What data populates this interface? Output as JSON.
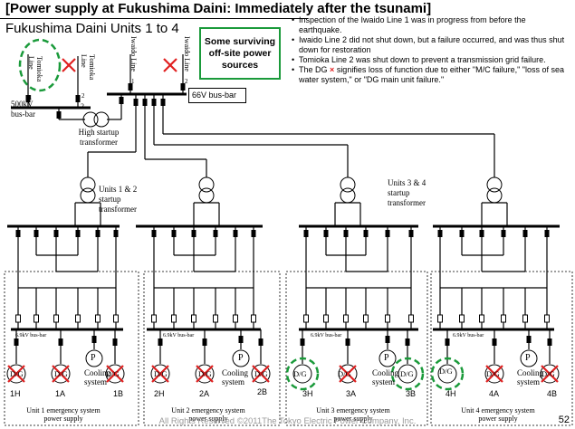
{
  "header": {
    "title": "[Power supply at Fukushima Daini: Immediately after the tsunami]",
    "subtitle": "Fukushima Daini Units 1 to 4"
  },
  "notes": [
    "Inspection of the Iwaido Line 1 was in progress from before the earthquake.",
    "Iwaido Line 2 did not shut down, but a failure occurred, and was thus shut down for restoration",
    "Tomioka Line 2 was shut down to prevent a transmission grid failure."
  ],
  "dg_note": {
    "prefix": "The DG",
    "mark": "×",
    "suffix": "signifies loss of function due to either \"M/C failure,\" \"loss of sea water system,\" or \"DG main unit failure.\""
  },
  "surviving_box": "Some surviving off-site power sources",
  "lines": {
    "tomioka_1": "Tomioka Line",
    "tomioka_1_num": "1",
    "tomioka_2": "Tomioka Line",
    "tomioka_2_num": "2",
    "iwaido_1": "Iwaido Line",
    "iwaido_1_num": "1",
    "iwaido_2": "Iwaido Line",
    "iwaido_2_num": "2"
  },
  "buses": {
    "bus_500kv": "500kV bus-bar",
    "bus_66v": "66V bus-bar",
    "bus_69kv": "6.9kV bus-bar",
    "bus_2_mark": "2"
  },
  "transformers": {
    "high_startup": "High startup transformer",
    "units_1_2": "Units 1 & 2 startup transformer",
    "units_3_4": "Units 3 & 4 startup transformer"
  },
  "generator_label": "D/G",
  "pump_label": "P",
  "cooling_system_label": "Cooling system",
  "units": [
    {
      "name": "Unit 1 emergency system power supply",
      "dg_labels": [
        "1H",
        "1A",
        "1B"
      ]
    },
    {
      "name": "Unit 2 emergency system power supply",
      "dg_labels": [
        "2H",
        "2A",
        "2B"
      ]
    },
    {
      "name": "Unit 3 emergency system power supply",
      "dg_labels": [
        "3H",
        "3A",
        "3B"
      ]
    },
    {
      "name": "Unit 4 emergency system power supply",
      "dg_labels": [
        "4H",
        "4A",
        "4B"
      ]
    }
  ],
  "colors": {
    "failed_mark": "#e02020",
    "surviving_highlight": "#1a9a3a"
  },
  "footer": "All Rights Reserved ©2011The Tokyo Electric Power Company, Inc.",
  "page_number": "52"
}
